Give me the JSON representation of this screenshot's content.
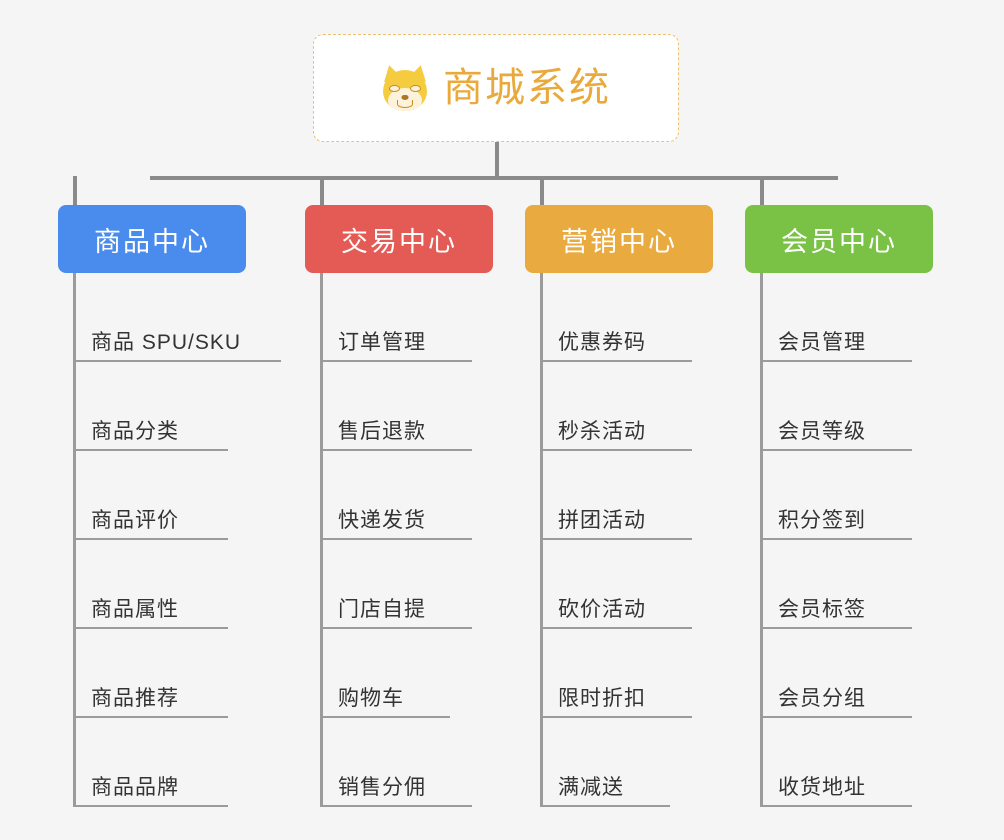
{
  "page": {
    "title": "商城系统",
    "background": "#f5f5f5",
    "type": "org-chart"
  },
  "root": {
    "label": "商城系统",
    "icon": "shiba-dog-icon",
    "text_color": "#e9a93b",
    "border_color": "#f0c070",
    "background": "#ffffff"
  },
  "connector_color": "#8a8a8a",
  "columns": [
    {
      "id": "product-center",
      "label": "商品中心",
      "color": "#4a8ced",
      "items": [
        {
          "label": "商品 SPU/SKU",
          "rule_width": 208
        },
        {
          "label": "商品分类",
          "rule_width": 155
        },
        {
          "label": "商品评价",
          "rule_width": 155
        },
        {
          "label": "商品属性",
          "rule_width": 155
        },
        {
          "label": "商品推荐",
          "rule_width": 155
        },
        {
          "label": "商品品牌",
          "rule_width": 155
        }
      ]
    },
    {
      "id": "trade-center",
      "label": "交易中心",
      "color": "#e45a55",
      "items": [
        {
          "label": "订单管理",
          "rule_width": 152
        },
        {
          "label": "售后退款",
          "rule_width": 152
        },
        {
          "label": "快递发货",
          "rule_width": 152
        },
        {
          "label": "门店自提",
          "rule_width": 152
        },
        {
          "label": "购物车",
          "rule_width": 130
        },
        {
          "label": "销售分佣",
          "rule_width": 152
        }
      ]
    },
    {
      "id": "marketing-center",
      "label": "营销中心",
      "color": "#e9aa3f",
      "items": [
        {
          "label": "优惠券码",
          "rule_width": 152
        },
        {
          "label": "秒杀活动",
          "rule_width": 152
        },
        {
          "label": "拼团活动",
          "rule_width": 152
        },
        {
          "label": "砍价活动",
          "rule_width": 152
        },
        {
          "label": "限时折扣",
          "rule_width": 152
        },
        {
          "label": "满减送",
          "rule_width": 130
        }
      ]
    },
    {
      "id": "member-center",
      "label": "会员中心",
      "color": "#79c246",
      "items": [
        {
          "label": "会员管理",
          "rule_width": 152
        },
        {
          "label": "会员等级",
          "rule_width": 152
        },
        {
          "label": "积分签到",
          "rule_width": 152
        },
        {
          "label": "会员标签",
          "rule_width": 152
        },
        {
          "label": "会员分组",
          "rule_width": 152
        },
        {
          "label": "收货地址",
          "rule_width": 152
        }
      ]
    }
  ]
}
